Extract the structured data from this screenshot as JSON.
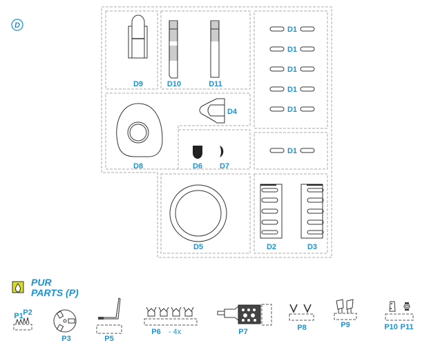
{
  "section_badge": "D",
  "colors": {
    "accent": "#1a93d4",
    "frame": "#a8a8a8",
    "pur_badge": "#d7dc24"
  },
  "d_parts": {
    "d9": "D9",
    "d10": "D10",
    "d11": "D11",
    "d1_list": [
      "D1",
      "D1",
      "D1",
      "D1",
      "D1"
    ],
    "d1_single": "D1",
    "d4": "D4",
    "d8": "D8",
    "d6": "D6",
    "d7": "D7",
    "d5": "D5",
    "d2": "D2",
    "d3": "D3"
  },
  "pur": {
    "icon": "drop-icon",
    "title_line1": "PUR",
    "title_line2": "PARTS (P)",
    "p1": "P1",
    "p2": "P2",
    "p3": "P3",
    "p5": "P5",
    "p6": "P6",
    "p6_qty": "- 4x",
    "p7": "P7",
    "p8": "P8",
    "p9": "P9",
    "p10": "P10",
    "p11": "P11"
  }
}
